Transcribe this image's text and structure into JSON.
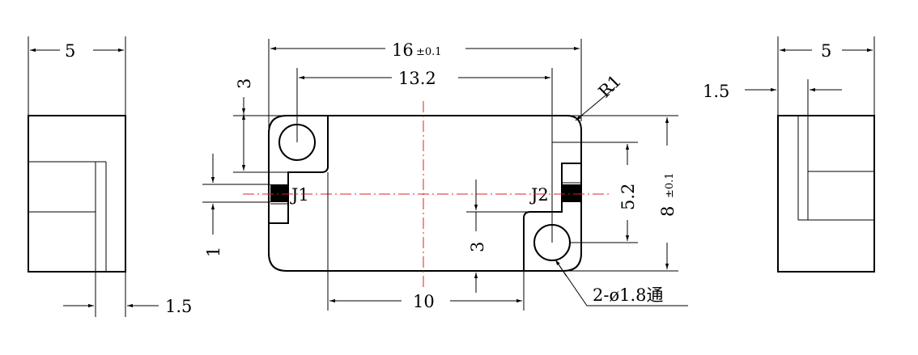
{
  "colors": {
    "line": "#000000",
    "centerline": "#e02020",
    "background": "#ffffff"
  },
  "dimensions": {
    "left_top_width": "5",
    "left_bottom": "1.5",
    "total_length_value": "16",
    "total_length_tol": "±0.1",
    "hole_pitch": "13.2",
    "top_offset": "3",
    "radius": "R1",
    "vertical_center": "5.2",
    "height_value": "8",
    "height_tol": "±0.1",
    "pad_width": "1",
    "bottom_inner": "10",
    "bottom_step": "3",
    "hole_note": "2-ø1.8通",
    "right_top_width": "5",
    "right_step": "1.5"
  },
  "labels": {
    "j1": "J1",
    "j2": "J2"
  }
}
